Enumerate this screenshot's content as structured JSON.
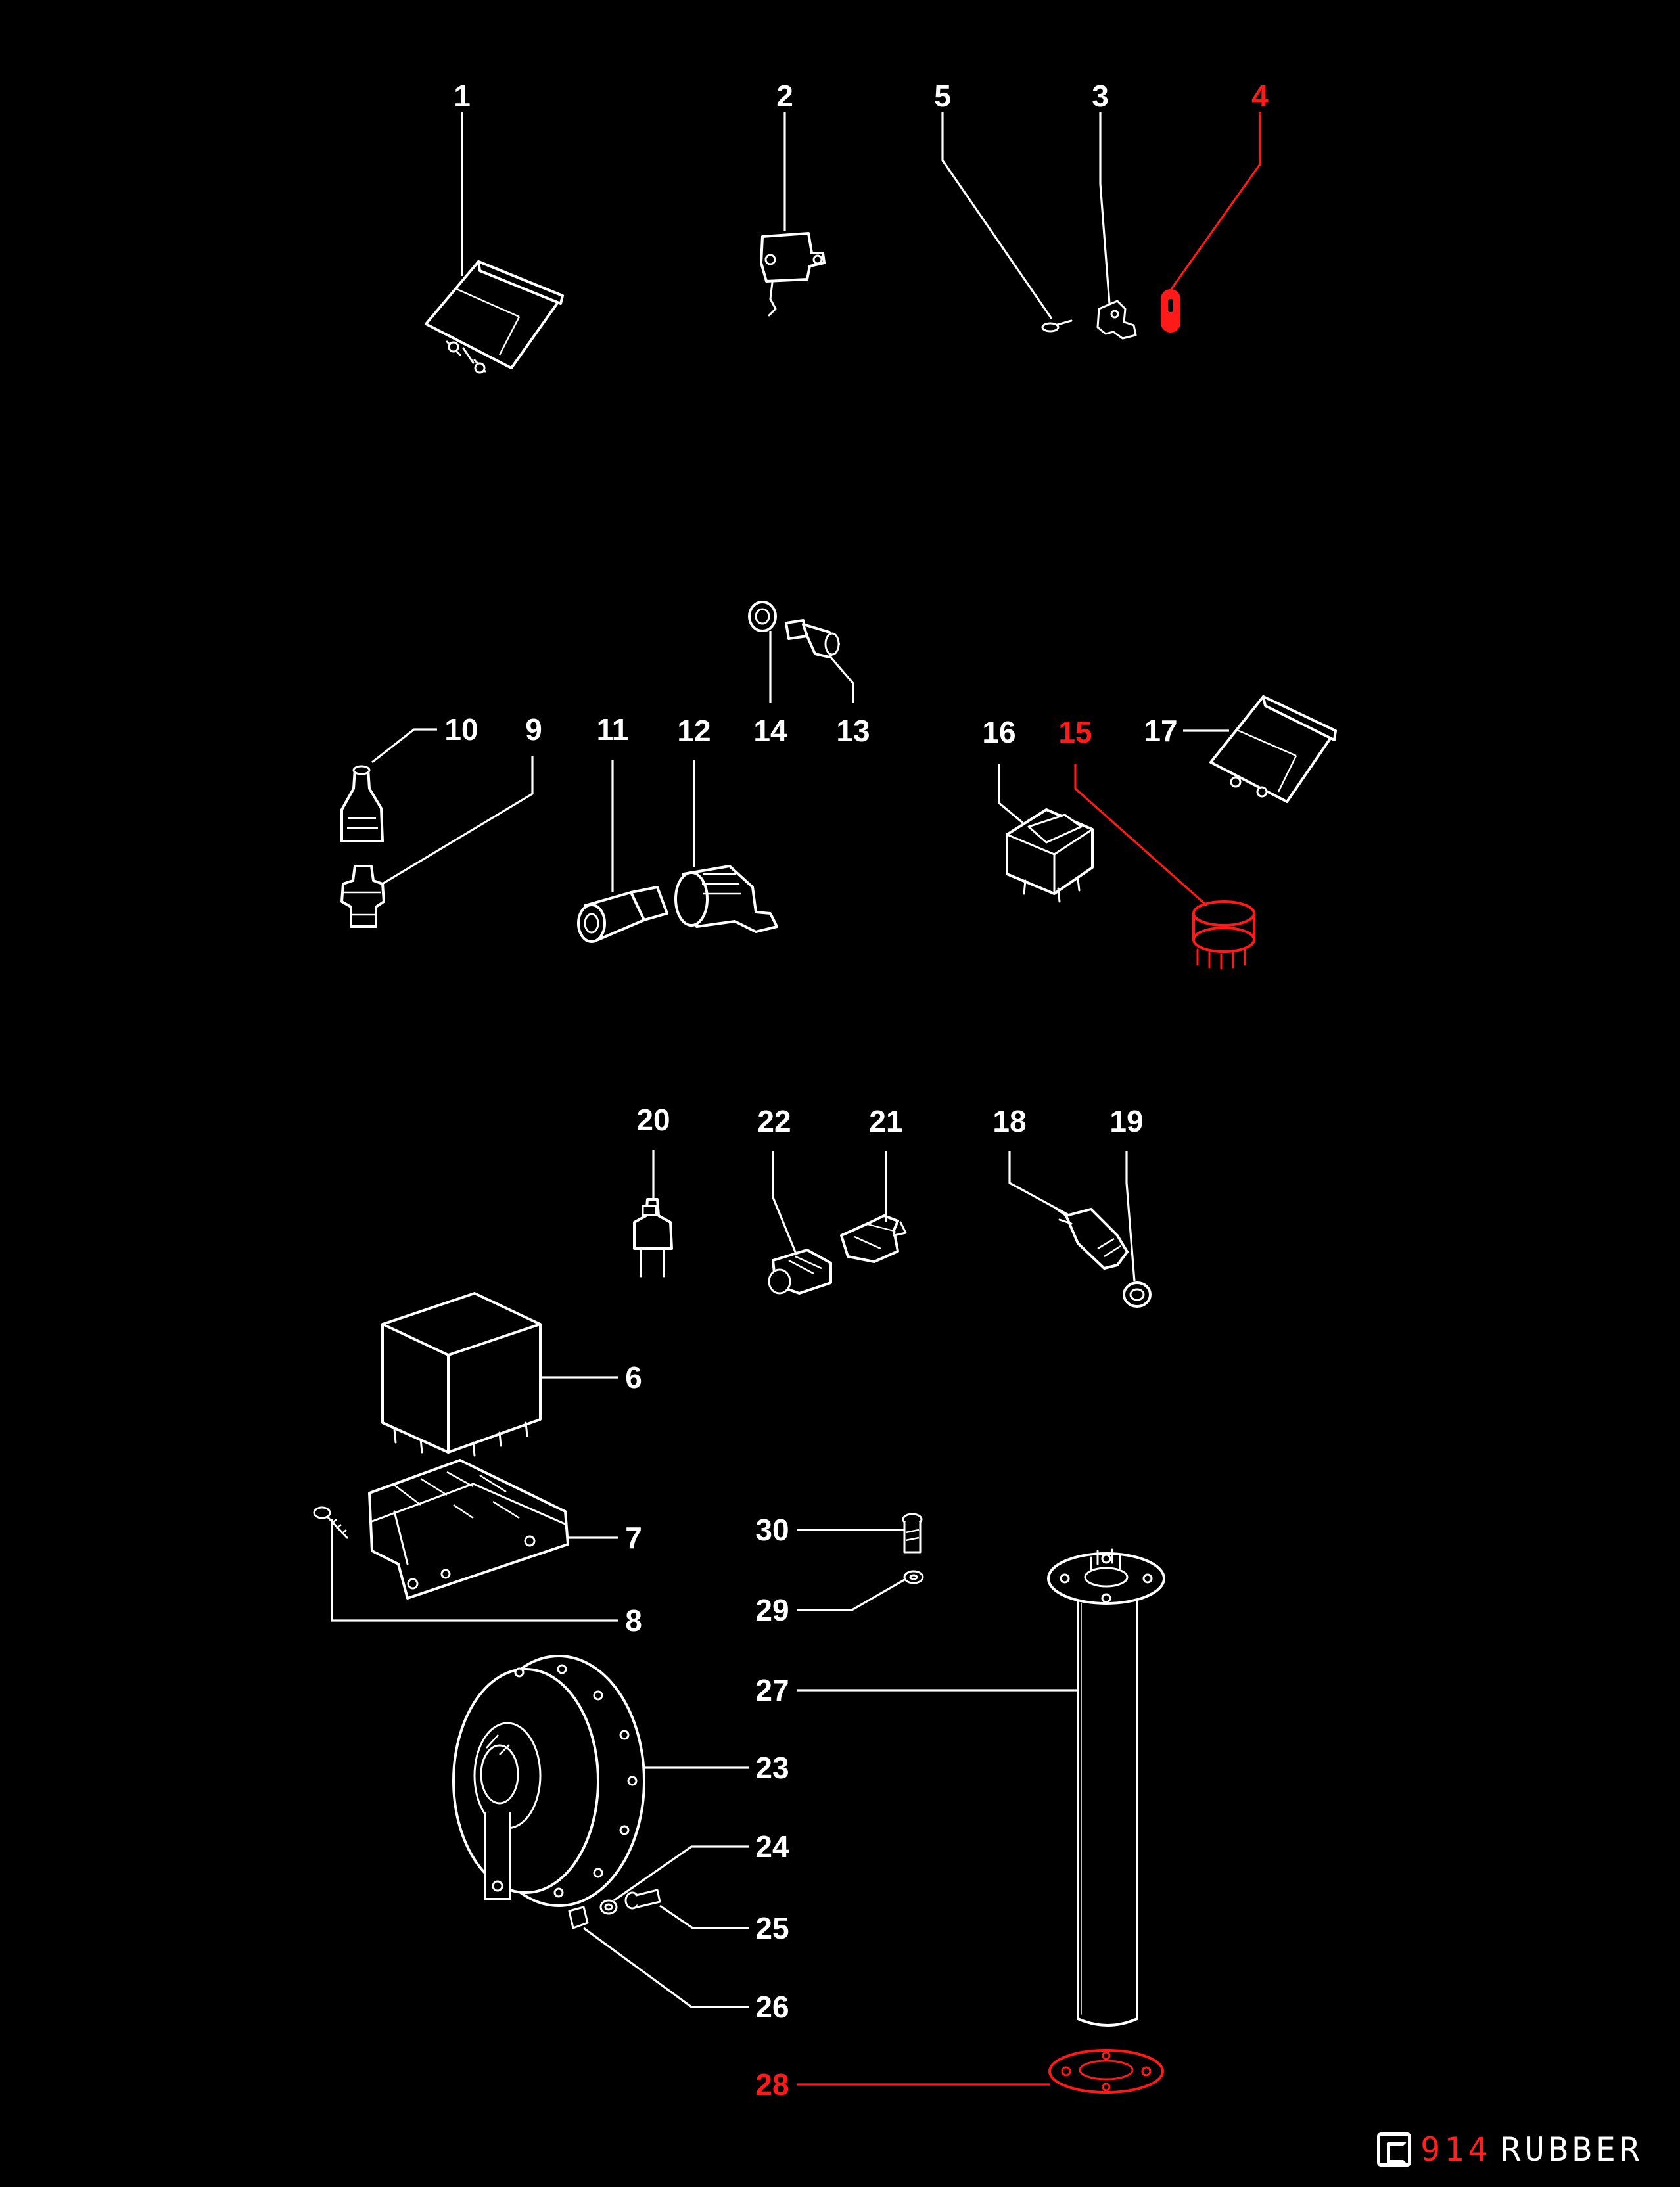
{
  "diagram": {
    "callouts": [
      {
        "id": "1",
        "text": "1",
        "highlight": false
      },
      {
        "id": "2",
        "text": "2",
        "highlight": false
      },
      {
        "id": "3",
        "text": "3",
        "highlight": false
      },
      {
        "id": "4",
        "text": "4",
        "highlight": true
      },
      {
        "id": "5",
        "text": "5",
        "highlight": false
      },
      {
        "id": "6",
        "text": "6",
        "highlight": false
      },
      {
        "id": "7",
        "text": "7",
        "highlight": false
      },
      {
        "id": "8",
        "text": "8",
        "highlight": false
      },
      {
        "id": "9",
        "text": "9",
        "highlight": false
      },
      {
        "id": "10",
        "text": "10",
        "highlight": false
      },
      {
        "id": "11",
        "text": "11",
        "highlight": false
      },
      {
        "id": "12",
        "text": "12",
        "highlight": false
      },
      {
        "id": "13",
        "text": "13",
        "highlight": false
      },
      {
        "id": "14",
        "text": "14",
        "highlight": false
      },
      {
        "id": "15",
        "text": "15",
        "highlight": true
      },
      {
        "id": "16",
        "text": "16",
        "highlight": false
      },
      {
        "id": "17",
        "text": "17",
        "highlight": false
      },
      {
        "id": "18",
        "text": "18",
        "highlight": false
      },
      {
        "id": "19",
        "text": "19",
        "highlight": false
      },
      {
        "id": "20",
        "text": "20",
        "highlight": false
      },
      {
        "id": "21",
        "text": "21",
        "highlight": false
      },
      {
        "id": "22",
        "text": "22",
        "highlight": false
      },
      {
        "id": "23",
        "text": "23",
        "highlight": false
      },
      {
        "id": "24",
        "text": "24",
        "highlight": false
      },
      {
        "id": "25",
        "text": "25",
        "highlight": false
      },
      {
        "id": "26",
        "text": "26",
        "highlight": false
      },
      {
        "id": "27",
        "text": "27",
        "highlight": false
      },
      {
        "id": "28",
        "text": "28",
        "highlight": true
      },
      {
        "id": "29",
        "text": "29",
        "highlight": false
      },
      {
        "id": "30",
        "text": "30",
        "highlight": false
      }
    ]
  },
  "watermark": {
    "prefix": "914",
    "suffix": "RUBBER"
  },
  "colors": {
    "background": "#000000",
    "line": "#ffffff",
    "highlight": "#ff1a1a"
  }
}
